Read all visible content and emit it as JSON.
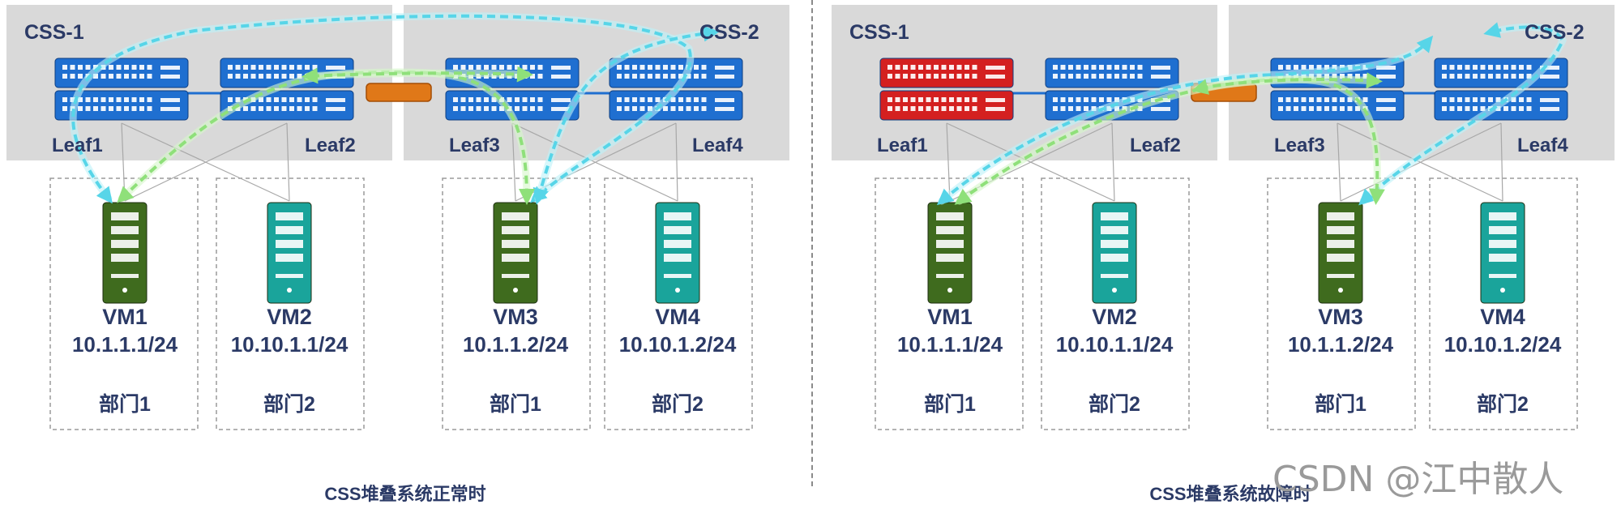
{
  "panels": [
    {
      "css_left": "CSS-1",
      "css_right": "CSS-2",
      "leaves": [
        "Leaf1",
        "Leaf2",
        "Leaf3",
        "Leaf4"
      ],
      "failed_leaf": null,
      "vms": [
        {
          "name": "VM1",
          "ip": "10.1.1.1/24",
          "dept": "部门1"
        },
        {
          "name": "VM2",
          "ip": "10.10.1.1/24",
          "dept": "部门2"
        },
        {
          "name": "VM3",
          "ip": "10.1.1.2/24",
          "dept": "部门1"
        },
        {
          "name": "VM4",
          "ip": "10.10.1.2/24",
          "dept": "部门2"
        }
      ],
      "caption": "CSS堆叠系统正常时"
    },
    {
      "css_left": "CSS-1",
      "css_right": "CSS-2",
      "leaves": [
        "Leaf1",
        "Leaf2",
        "Leaf3",
        "Leaf4"
      ],
      "failed_leaf": "Leaf1",
      "vms": [
        {
          "name": "VM1",
          "ip": "10.1.1.1/24",
          "dept": "部门1"
        },
        {
          "name": "VM2",
          "ip": "10.10.1.1/24",
          "dept": "部门2"
        },
        {
          "name": "VM3",
          "ip": "10.1.1.2/24",
          "dept": "部门1"
        },
        {
          "name": "VM4",
          "ip": "10.10.1.2/24",
          "dept": "部门2"
        }
      ],
      "caption": "CSS堆叠系统故障时"
    }
  ],
  "watermark": "CSDN @江中散人",
  "colors": {
    "switch_normal": "#1f6fd0",
    "switch_failed": "#d42020",
    "vm_dept1": "#3f6b1e",
    "vm_dept2": "#1aa49b",
    "stack_bg": "#d9d9d9",
    "link_orange": "#e07818",
    "path_cyan": "#57d5e8",
    "path_green": "#8fe07a",
    "label_text": "#2b3a66"
  }
}
